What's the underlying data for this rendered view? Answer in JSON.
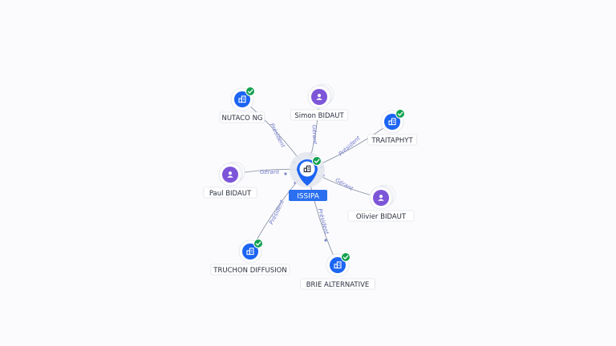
{
  "center": {
    "label": "ISSIPA",
    "type": "company",
    "verified": true,
    "icon": "building-icon",
    "color": "#1c64f2"
  },
  "nodes": [
    {
      "id": "nutaco",
      "label": "NUTACO NG",
      "type": "company",
      "verified": true,
      "relation": "Président"
    },
    {
      "id": "simon",
      "label": "Simon BIDAUT",
      "type": "person",
      "verified": false,
      "relation": "Gérant"
    },
    {
      "id": "traitaphyt",
      "label": "TRAITAPHYT",
      "type": "company",
      "verified": true,
      "relation": "Président"
    },
    {
      "id": "paul",
      "label": "Paul BIDAUT",
      "type": "person",
      "verified": false,
      "relation": "Gérant"
    },
    {
      "id": "olivier",
      "label": "Olivier BIDAUT",
      "type": "person",
      "verified": false,
      "relation": "Gérant"
    },
    {
      "id": "truchon",
      "label": "TRUCHON DIFFUSION",
      "type": "company",
      "verified": true,
      "relation": "Président"
    },
    {
      "id": "brie",
      "label": "BRIE ALTERNATIVE",
      "type": "company",
      "verified": true,
      "relation": "Président"
    }
  ],
  "colors": {
    "company": "#1c64f2",
    "person": "#7c55d8",
    "verified": "#12a150",
    "edge": "#8e96a8",
    "edge_label": "#6f78c9"
  }
}
